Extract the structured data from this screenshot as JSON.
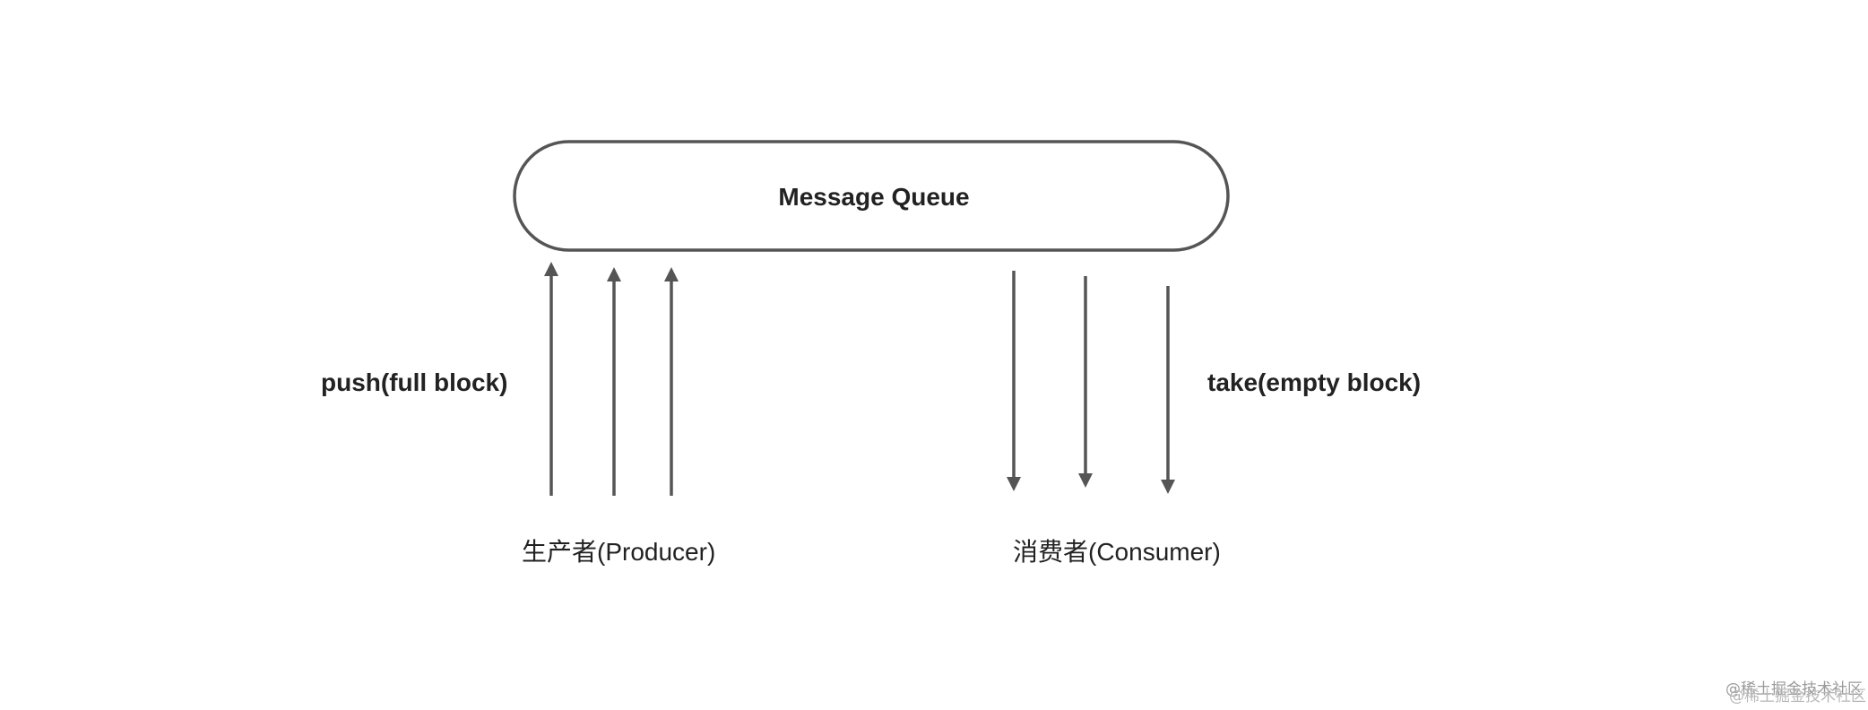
{
  "queue": {
    "label": "Message Queue"
  },
  "producer": {
    "action_label": "push(full block)",
    "role_label": "生产者(Producer)"
  },
  "consumer": {
    "action_label": "take(empty block)",
    "role_label": "消费者(Consumer)"
  },
  "watermark": {
    "text": "@稀土掘金技术社区"
  },
  "colors": {
    "stroke": "#555555",
    "text": "#222222",
    "watermark": "#9a9a9a"
  }
}
